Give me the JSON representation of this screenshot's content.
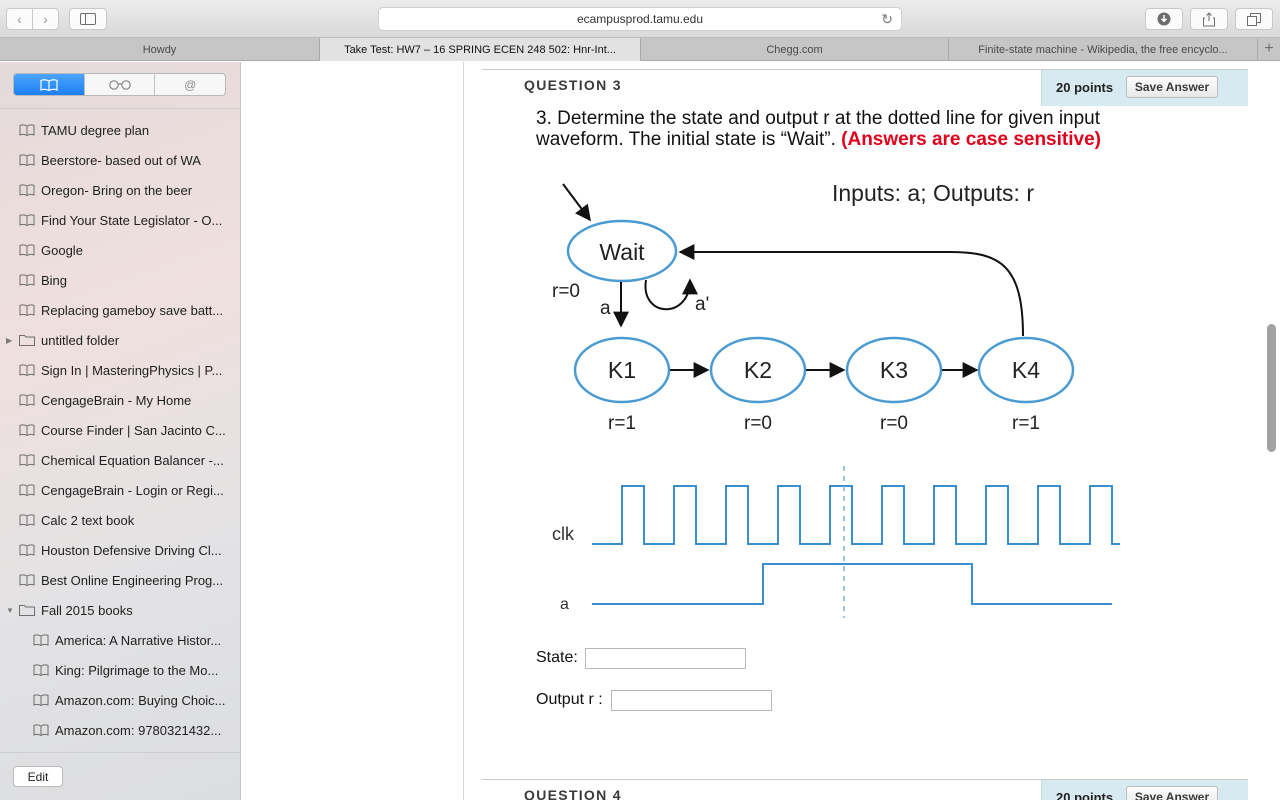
{
  "browser": {
    "url": "ecampusprod.tamu.edu",
    "tabs": [
      {
        "label": "Howdy"
      },
      {
        "label": "Take Test: HW7 – 16 SPRING ECEN 248 502: Hnr-Int..."
      },
      {
        "label": "Chegg.com"
      },
      {
        "label": "Finite-state machine - Wikipedia, the free encyclo..."
      }
    ],
    "new_tab_label": "+"
  },
  "sidebar": {
    "segments": [
      "📖",
      "👓",
      "@"
    ],
    "bookmarks": [
      {
        "label": "TAMU degree plan"
      },
      {
        "label": "Beerstore- based out of WA"
      },
      {
        "label": "Oregon- Bring on the beer"
      },
      {
        "label": "Find Your State Legislator - O..."
      },
      {
        "label": "Google"
      },
      {
        "label": "Bing"
      },
      {
        "label": "Replacing gameboy save batt..."
      },
      {
        "label": "untitled folder"
      },
      {
        "label": "Sign In | MasteringPhysics | P..."
      },
      {
        "label": "CengageBrain - My Home"
      },
      {
        "label": "Course Finder | San Jacinto C..."
      },
      {
        "label": "Chemical Equation Balancer -..."
      },
      {
        "label": "CengageBrain - Login or Regi..."
      },
      {
        "label": "Calc 2 text book"
      },
      {
        "label": "Houston Defensive Driving Cl..."
      },
      {
        "label": "Best Online Engineering Prog..."
      },
      {
        "label": "Fall 2015 books"
      },
      {
        "label": "America: A Narrative Histor..."
      },
      {
        "label": "King: Pilgrimage to the Mo..."
      },
      {
        "label": "Amazon.com: Buying Choic..."
      },
      {
        "label": "Amazon.com: 9780321432..."
      }
    ],
    "edit_label": "Edit"
  },
  "question3": {
    "heading": "QUESTION 3",
    "points": "20 points",
    "save_label": "Save Answer",
    "text_main": "3. Determine the state and output r at the dotted line for given input waveform. The initial state is “Wait”. ",
    "text_warn": "(Answers are case sensitive)",
    "figure": {
      "caption": "Inputs: a; Outputs: r",
      "states": [
        {
          "name": "Wait",
          "output": "r=0"
        },
        {
          "name": "K1",
          "output": "r=1"
        },
        {
          "name": "K2",
          "output": "r=0"
        },
        {
          "name": "K3",
          "output": "r=0"
        },
        {
          "name": "K4",
          "output": "r=1"
        }
      ],
      "edge_a": "a",
      "edge_a_not": "a'",
      "signal_clk": "clk",
      "signal_a": "a"
    },
    "state_label": "State:",
    "output_label": "Output r :",
    "state_value": "",
    "output_value": ""
  },
  "question4": {
    "heading": "QUESTION 4",
    "points": "20 points",
    "save_label": "Save Answer"
  },
  "colors": {
    "accent_blue": "#1d7ff2",
    "warning_red": "#e0001b",
    "points_bg": "#d7eaf0",
    "state_circle": "#4a9bd1",
    "waveform": "#3a8fcf"
  }
}
